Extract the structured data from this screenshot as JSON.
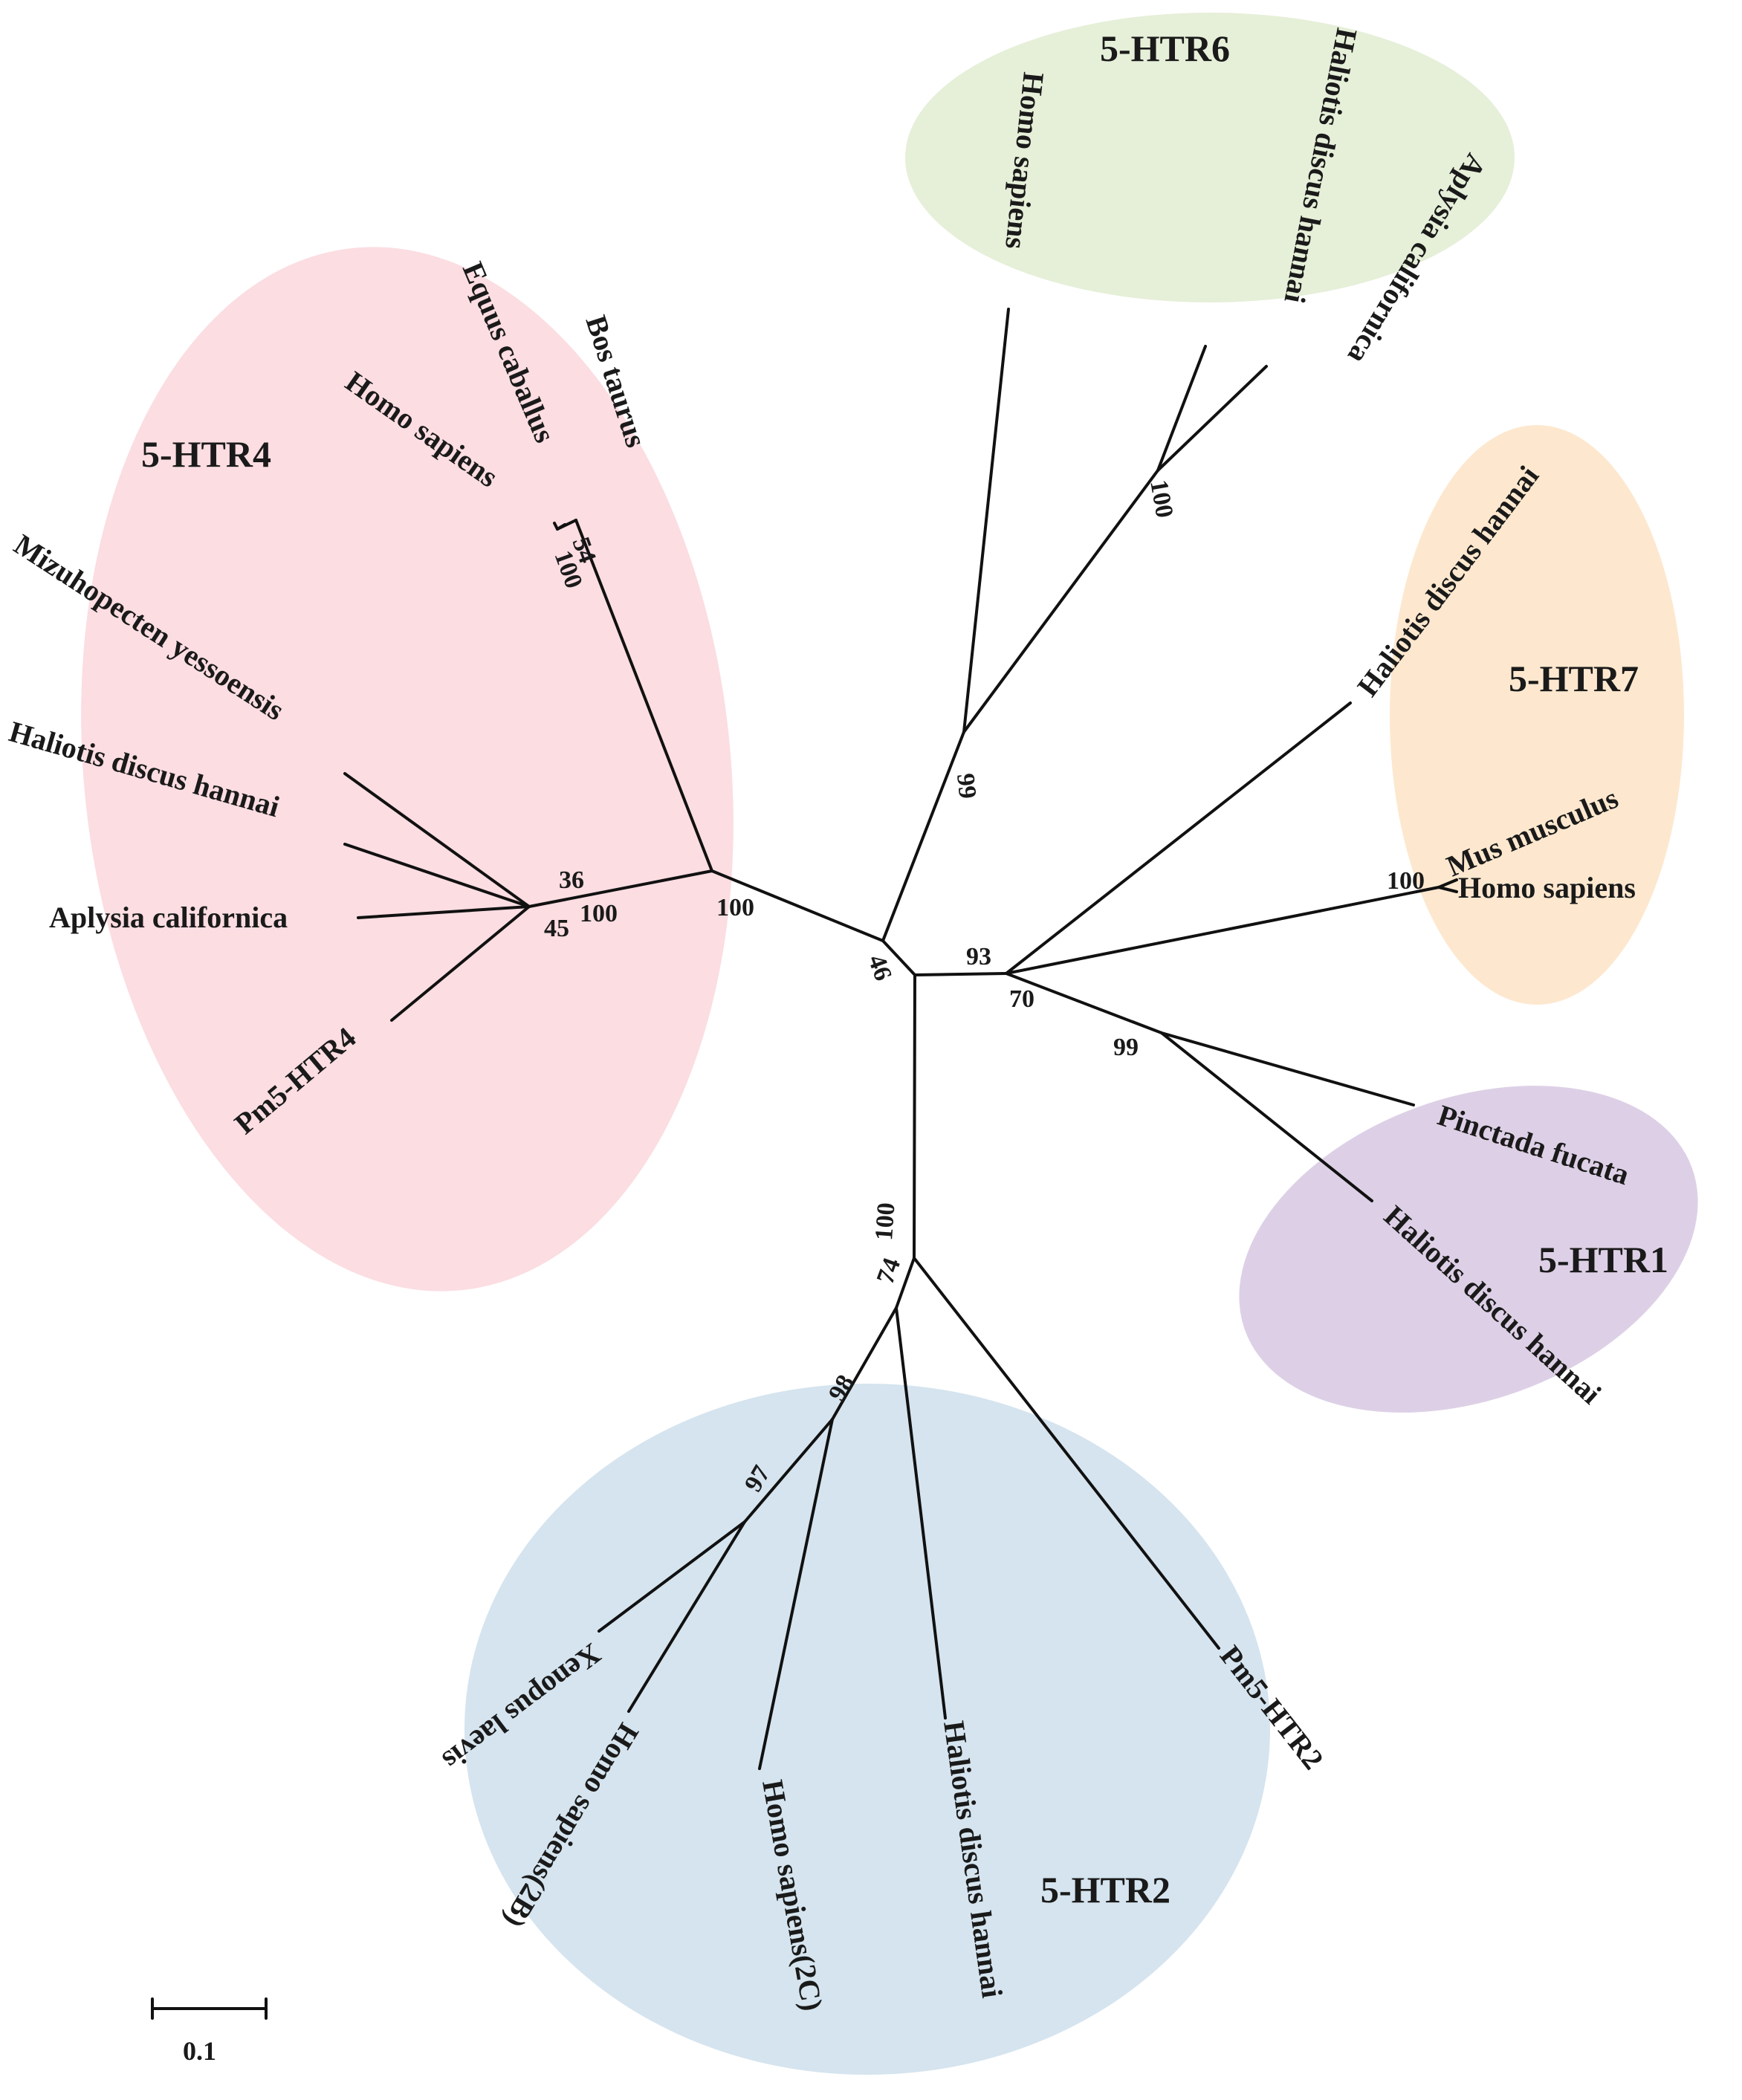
{
  "groups": {
    "htr4": {
      "label": "5-HTR4",
      "color": "#fbdde2"
    },
    "htr6": {
      "label": "5-HTR6",
      "color": "#e6efd8"
    },
    "htr7": {
      "label": "5-HTR7",
      "color": "#fde8cf"
    },
    "htr1": {
      "label": "5-HTR1",
      "color": "#ddd0e6"
    },
    "htr2": {
      "label": "5-HTR2",
      "color": "#d5e4ee"
    }
  },
  "leaves": {
    "htr4_bos_taurus": "Bos taurus",
    "htr4_equus_caballus": "Equus caballus",
    "htr4_homo_sapiens": "Homo sapiens",
    "htr4_mizuhopecten": "Mizuhopecten yessoensis",
    "htr4_haliotis": "Haliotis discus hannai",
    "htr4_aplysia": "Aplysia californica",
    "htr4_pm5": "Pm5-HTR4",
    "htr6_homo_sapiens": "Homo sapiens",
    "htr6_haliotis": "Haliotis discus hannai",
    "htr6_aplysia": "Aplysia californica",
    "htr7_haliotis": "Haliotis discus hannai",
    "htr7_mus": "Mus musculus",
    "htr7_homo_sapiens": "Homo sapiens",
    "htr1_pinctada": "Pinctada fucata",
    "htr1_haliotis": "Haliotis discus hannai",
    "htr2_xenopus": "Xenopus laevis",
    "htr2_homo_2b": "Homo sapiens(2B)",
    "htr2_homo_2c": "Homo sapiens(2C)",
    "htr2_haliotis": "Haliotis discus hannai",
    "htr2_pm5": "Pm5-HTR2"
  },
  "bootstrap": {
    "b54": "54",
    "b100_htr4_top": "100",
    "b36": "36",
    "b45": "45",
    "b100_htr4_mid": "100",
    "b100_htr4_base": "100",
    "b46": "46",
    "b99_htr6": "99",
    "b100_htr6": "100",
    "b93": "93",
    "b70": "70",
    "b100_htr7": "100",
    "b99_htr1": "99",
    "b100_htr2": "100",
    "b74": "74",
    "b98": "98",
    "b97": "97"
  },
  "scale": {
    "label": "0.1"
  }
}
